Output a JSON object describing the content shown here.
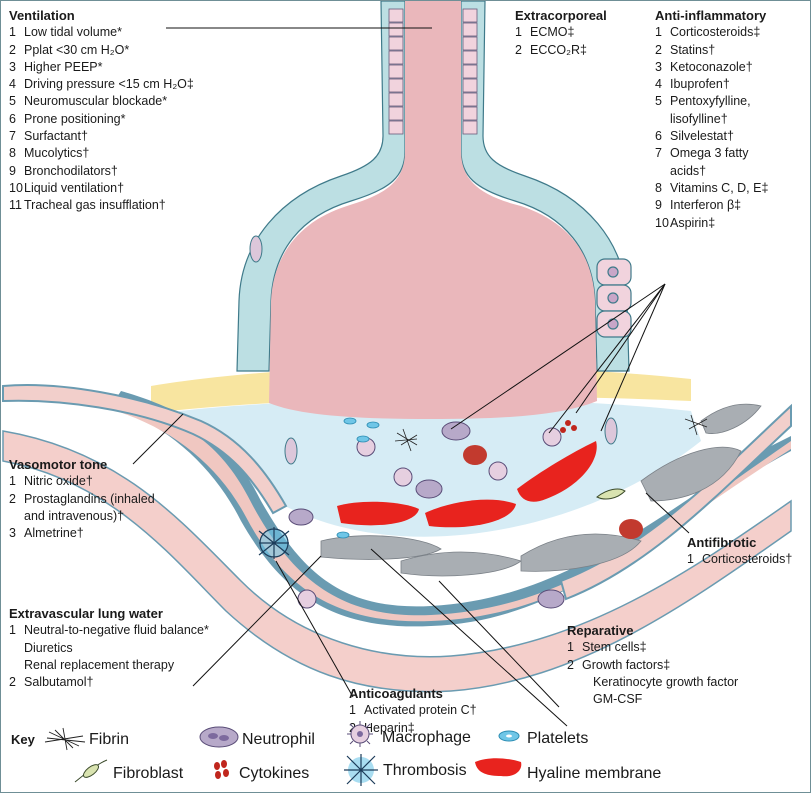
{
  "ventilation": {
    "title": "Ventilation",
    "items": [
      {
        "n": "1",
        "t": "Low tidal volume*"
      },
      {
        "n": "2",
        "t": "Pplat <30 cm H₂O*"
      },
      {
        "n": "3",
        "t": "Higher PEEP*"
      },
      {
        "n": "4",
        "t": "Driving pressure <15 cm H₂O‡"
      },
      {
        "n": "5",
        "t": "Neuromuscular blockade*"
      },
      {
        "n": "6",
        "t": "Prone positioning*"
      },
      {
        "n": "7",
        "t": "Surfactant†"
      },
      {
        "n": "8",
        "t": "Mucolytics†"
      },
      {
        "n": "9",
        "t": "Bronchodilators†"
      },
      {
        "n": "10",
        "t": "Liquid ventilation†"
      },
      {
        "n": "11",
        "t": "Tracheal gas insufflation†"
      }
    ]
  },
  "extracorporeal": {
    "title": "Extracorporeal",
    "items": [
      {
        "n": "1",
        "t": "ECMO‡"
      },
      {
        "n": "2",
        "t": "ECCO₂R‡"
      }
    ]
  },
  "antiinflammatory": {
    "title": "Anti-inflammatory",
    "items": [
      {
        "n": "1",
        "t": "Corticosteroids‡"
      },
      {
        "n": "2",
        "t": "Statins†"
      },
      {
        "n": "3",
        "t": "Ketoconazole†"
      },
      {
        "n": "4",
        "t": "Ibuprofen†"
      },
      {
        "n": "5",
        "t": "Pentoxyfylline,",
        "cont": "lisofylline†"
      },
      {
        "n": "6",
        "t": "Silvelestat†"
      },
      {
        "n": "7",
        "t": "Omega 3 fatty",
        "cont": "acids†"
      },
      {
        "n": "8",
        "t": "Vitamins C, D, E‡"
      },
      {
        "n": "9",
        "t": "Interferon β‡"
      },
      {
        "n": "10",
        "t": "Aspirin‡"
      }
    ]
  },
  "vasomotor": {
    "title": "Vasomotor tone",
    "items": [
      {
        "n": "1",
        "t": "Nitric oxide†"
      },
      {
        "n": "2",
        "t": "Prostaglandins (inhaled",
        "cont": "and intravenous)†"
      },
      {
        "n": "3",
        "t": "Almetrine†"
      }
    ]
  },
  "antifibrotic": {
    "title": "Antifibrotic",
    "items": [
      {
        "n": "1",
        "t": "Corticosteroids†"
      }
    ]
  },
  "extravascular": {
    "title": "Extravascular lung water",
    "items": [
      {
        "n": "1",
        "t": "Neutral-to-negative fluid balance*"
      },
      {
        "n": "",
        "t": "Diuretics",
        "indent": true
      },
      {
        "n": "",
        "t": "Renal replacement therapy",
        "indent": true
      },
      {
        "n": "2",
        "t": "Salbutamol†"
      }
    ]
  },
  "anticoagulants": {
    "title": "Anticoagulants",
    "items": [
      {
        "n": "1",
        "t": "Activated protein C†"
      },
      {
        "n": "2",
        "t": "Heparin‡"
      }
    ]
  },
  "reparative": {
    "title": "Reparative",
    "items": [
      {
        "n": "1",
        "t": "Stem cells‡"
      },
      {
        "n": "2",
        "t": "Growth factors‡"
      },
      {
        "n": "",
        "t": "Keratinocyte growth factor",
        "indent2": true
      },
      {
        "n": "",
        "t": "GM-CSF",
        "indent2": true
      }
    ]
  },
  "key": {
    "title": "Key",
    "fibrin": "Fibrin",
    "neutrophil": "Neutrophil",
    "macrophage": "Macrophage",
    "platelets": "Platelets",
    "fibroblast": "Fibroblast",
    "cytokines": "Cytokines",
    "thrombosis": "Thrombosis",
    "hyaline": "Hyaline membrane"
  },
  "colors": {
    "alveolus": "#eab7bb",
    "wall": "#b9dbe0",
    "edema": "#cfe8f2",
    "vessel": "#f6d6d3",
    "fat": "#f8e5a0",
    "hyaline": "#e8231e",
    "cell": "#e8c9da",
    "neutrophil": "#b7a9c9",
    "macrophage": "#e6cfe0",
    "platelet": "#6fc6e7",
    "grey": "#a9aeb3"
  }
}
